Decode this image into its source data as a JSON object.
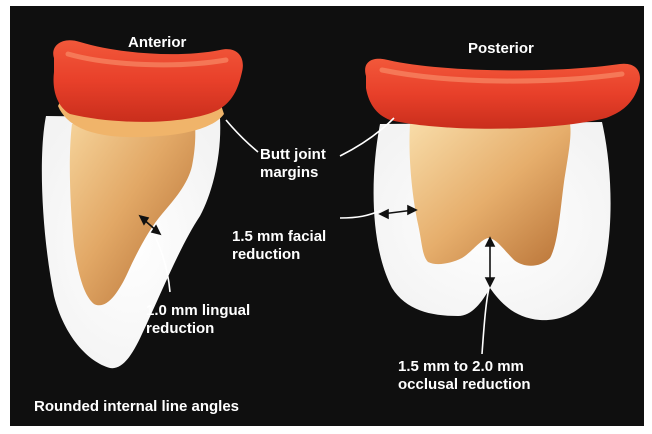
{
  "labels": {
    "anterior": "Anterior",
    "posterior": "Posterior",
    "butt_joint": "Butt joint\nmargins",
    "facial_reduction": "1.5 mm facial\nreduction",
    "lingual_reduction": "1.0 mm lingual\nreduction",
    "occlusal_reduction": "1.5 mm to 2.0 mm\nocclusal reduction",
    "rounded_angles": "Rounded internal line angles"
  },
  "colors": {
    "background": "#0f0f0f",
    "gingiva": "#e8402a",
    "tooth_prep": "#d89a55",
    "crown_outline": "#ffffff",
    "label_text": "#ffffff"
  }
}
